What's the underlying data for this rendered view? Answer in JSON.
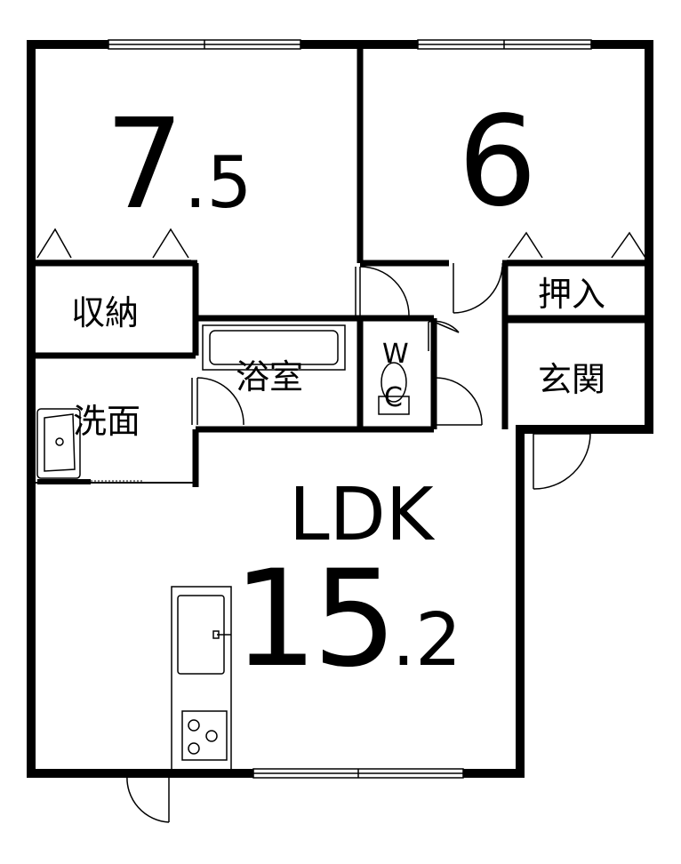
{
  "rooms": {
    "bedroom_large": {
      "size_int": "7",
      "size_dec": ".5"
    },
    "bedroom_small": {
      "size": "6"
    },
    "storage": {
      "label": "収納"
    },
    "closet": {
      "label": "押入"
    },
    "bath": {
      "label": "浴室"
    },
    "wc": {
      "label_w": "W",
      "label_c": "C"
    },
    "entrance": {
      "label": "玄関"
    },
    "washroom": {
      "label": "洗面"
    },
    "ldk": {
      "label": "LDK",
      "size_int": "15",
      "size_dec": ".2"
    }
  },
  "colors": {
    "wall": "#000000",
    "background": "#ffffff"
  }
}
